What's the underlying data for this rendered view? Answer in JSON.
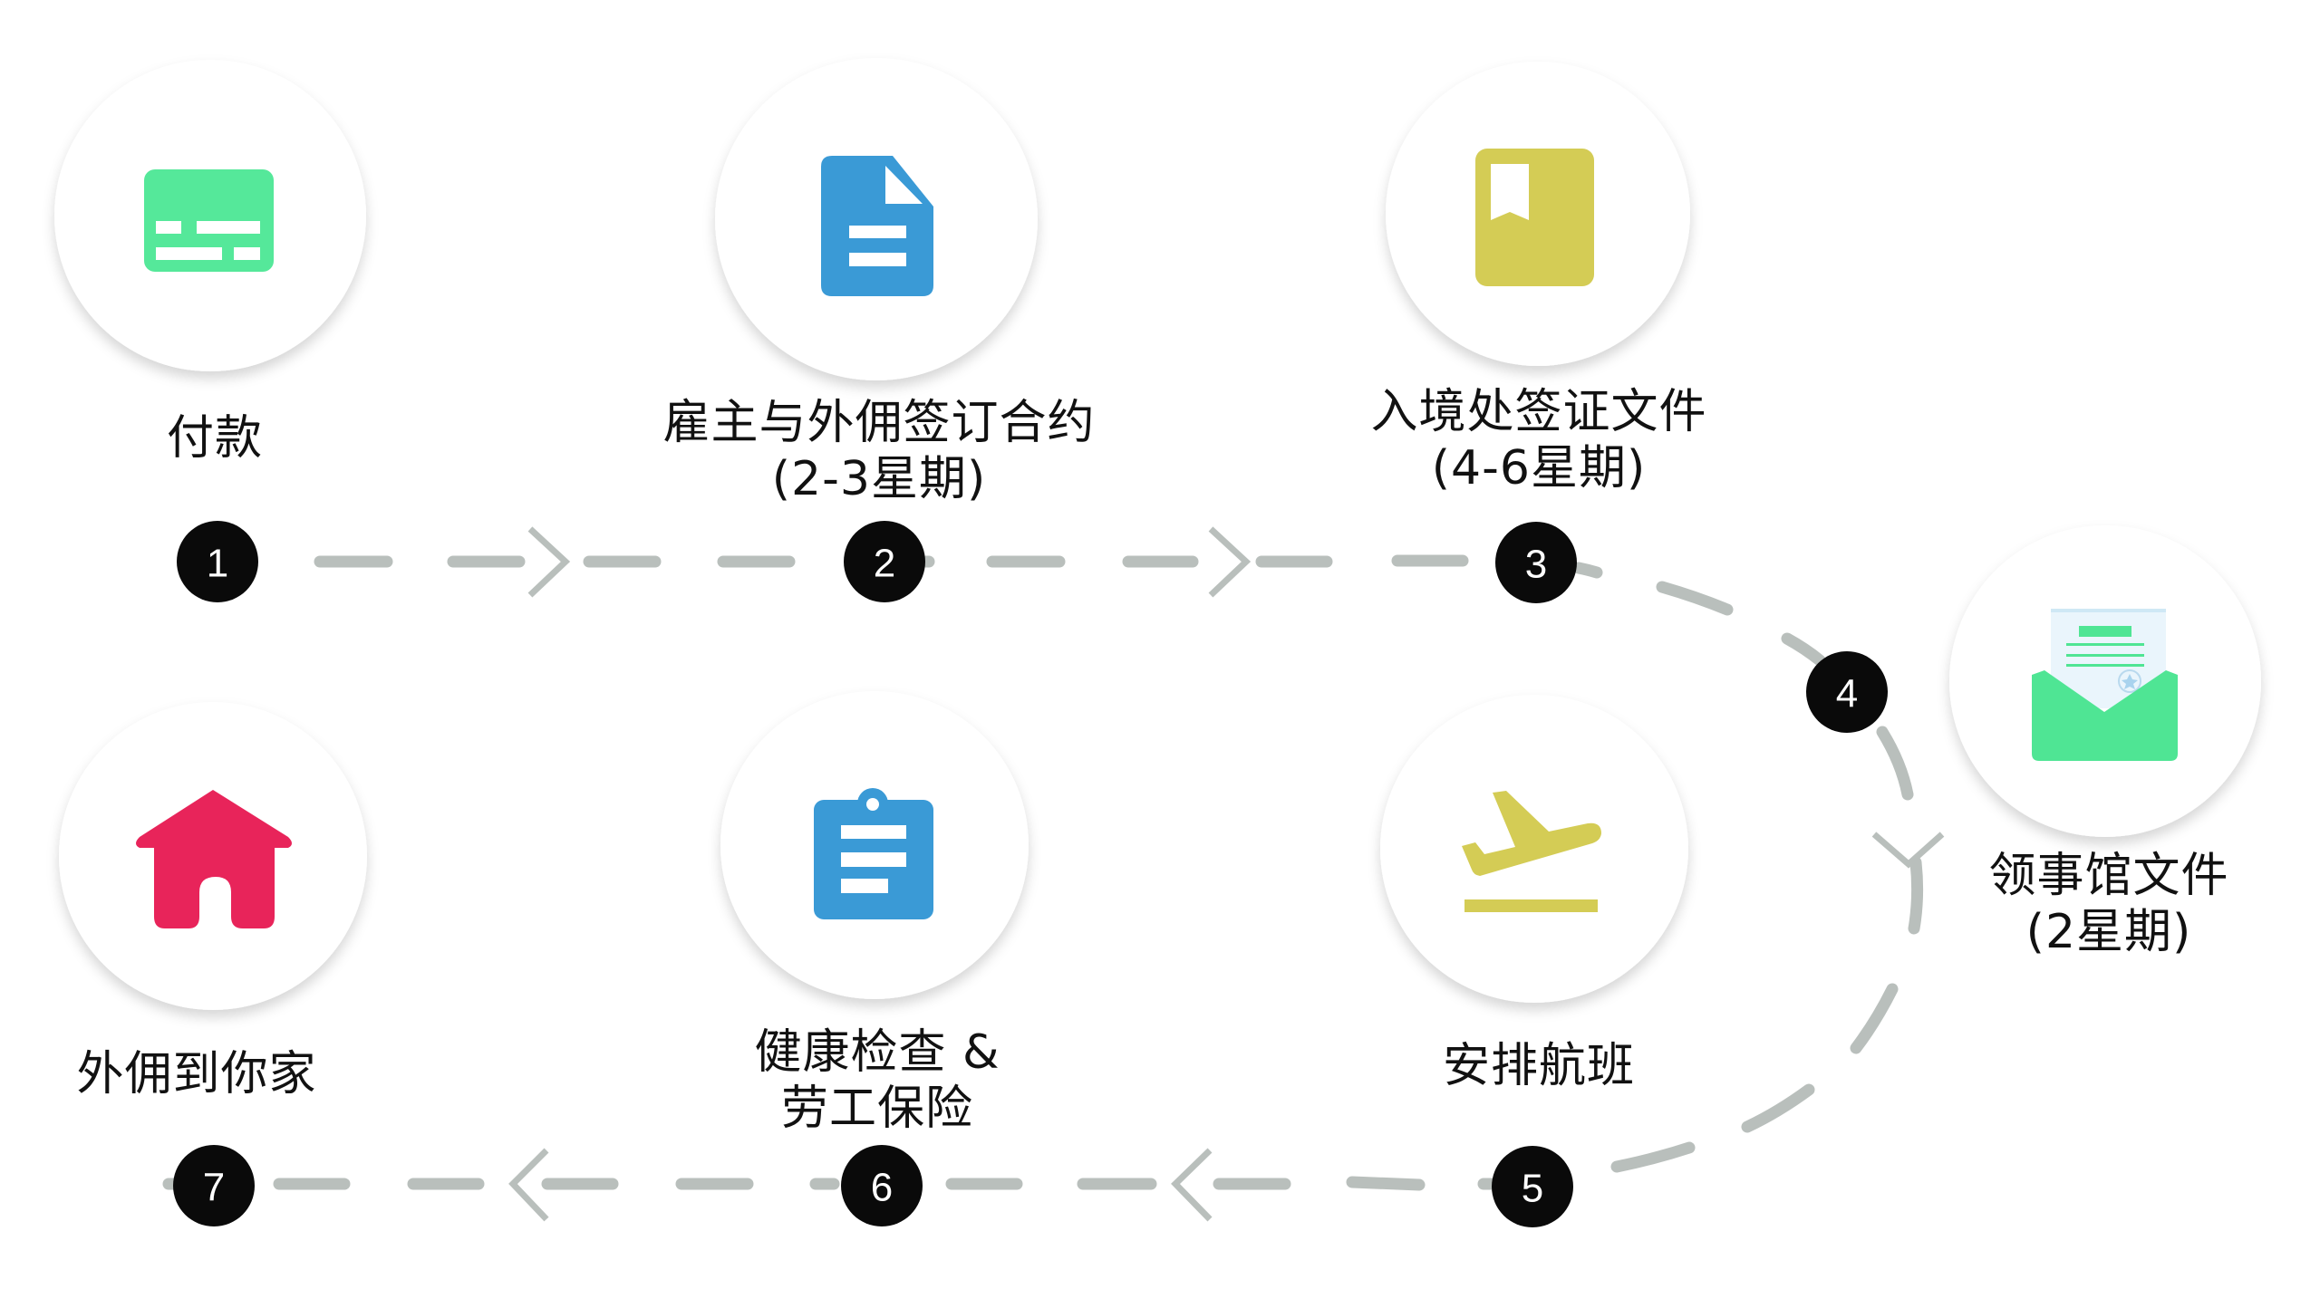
{
  "diagram": {
    "type": "process-flow",
    "colors": {
      "path": "#b9bfbc",
      "badge": "#0a0a0a",
      "badge_text": "#ffffff",
      "circle_fill": "#ffffff",
      "card_icon": "#55e89a",
      "doc_icon": "#3a9ad6",
      "book_icon": "#d4cc55",
      "envelope_icon": "#4fe594",
      "plane_icon": "#d4cc55",
      "clipboard_icon": "#3a9ad6",
      "house_icon": "#e8245a",
      "text": "#111111"
    },
    "steps": [
      {
        "number": "1",
        "icon": "credit-card-icon",
        "lines": [
          "付款"
        ]
      },
      {
        "number": "2",
        "icon": "document-icon",
        "lines": [
          "雇主与外佣签订合约",
          "(2-3星期)"
        ]
      },
      {
        "number": "3",
        "icon": "bookmark-book-icon",
        "lines": [
          "入境处签证文件",
          "(4-6星期)"
        ]
      },
      {
        "number": "4",
        "icon": "envelope-letter-icon",
        "lines": [
          "领事馆文件",
          "(2星期)"
        ]
      },
      {
        "number": "5",
        "icon": "airplane-takeoff-icon",
        "lines": [
          "安排航班"
        ]
      },
      {
        "number": "6",
        "icon": "clipboard-icon",
        "lines": [
          "健康检查 &",
          "劳工保险"
        ]
      },
      {
        "number": "7",
        "icon": "house-icon",
        "lines": [
          "外佣到你家"
        ]
      }
    ]
  }
}
